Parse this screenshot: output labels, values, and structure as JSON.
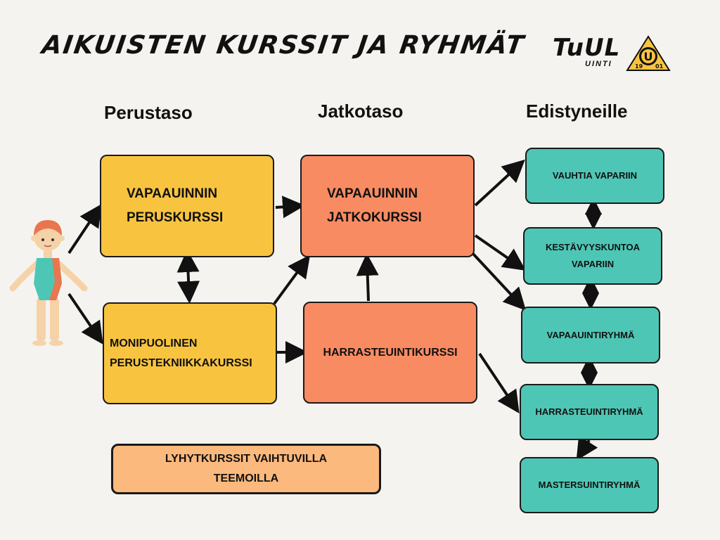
{
  "title": "AIKUISTEN KURSSIT JA RYHMÄT",
  "logo": {
    "name": "TuUL",
    "sub": "UINTI",
    "year_left": "19",
    "year_right": "01",
    "letter": "U"
  },
  "columns": [
    "Perustaso",
    "Jatkotaso",
    "Edistyneille"
  ],
  "boxes": {
    "vapaauinnin_peruskurssi": "VAPAAUINNIN\nPERUSKURSSI",
    "monipuolinen": "MONIPUOLINEN\nPERUSTEKNIIKKAKURSSI",
    "vapaauinnin_jatkokurssi": "VAPAAUINNIN\nJATKOKURSSI",
    "harrasteuintikurssi": "HARRASTEUINTIKURSSI",
    "lyhytkurssit": "LYHYTKURSSIT VAIHTUVILLA\nTEEMOILLA",
    "vauhtia_vapariin": "VAUHTIA VAPARIIN",
    "kestavyyskuntoa": "KESTÄVYYSKUNTOA\nVAPARIIN",
    "vapaauintiryhma": "VAPAAUINTIRYHMÄ",
    "harrasteuintiryhma": "HARRASTEUINTIRYHMÄ",
    "mastersuintiryhma": "MASTERSUINTIRYHMÄ"
  },
  "colors": {
    "yellow": "#f8c440",
    "salmon": "#f98b62",
    "teal": "#4ec6b5",
    "peach": "#fcb97d"
  }
}
